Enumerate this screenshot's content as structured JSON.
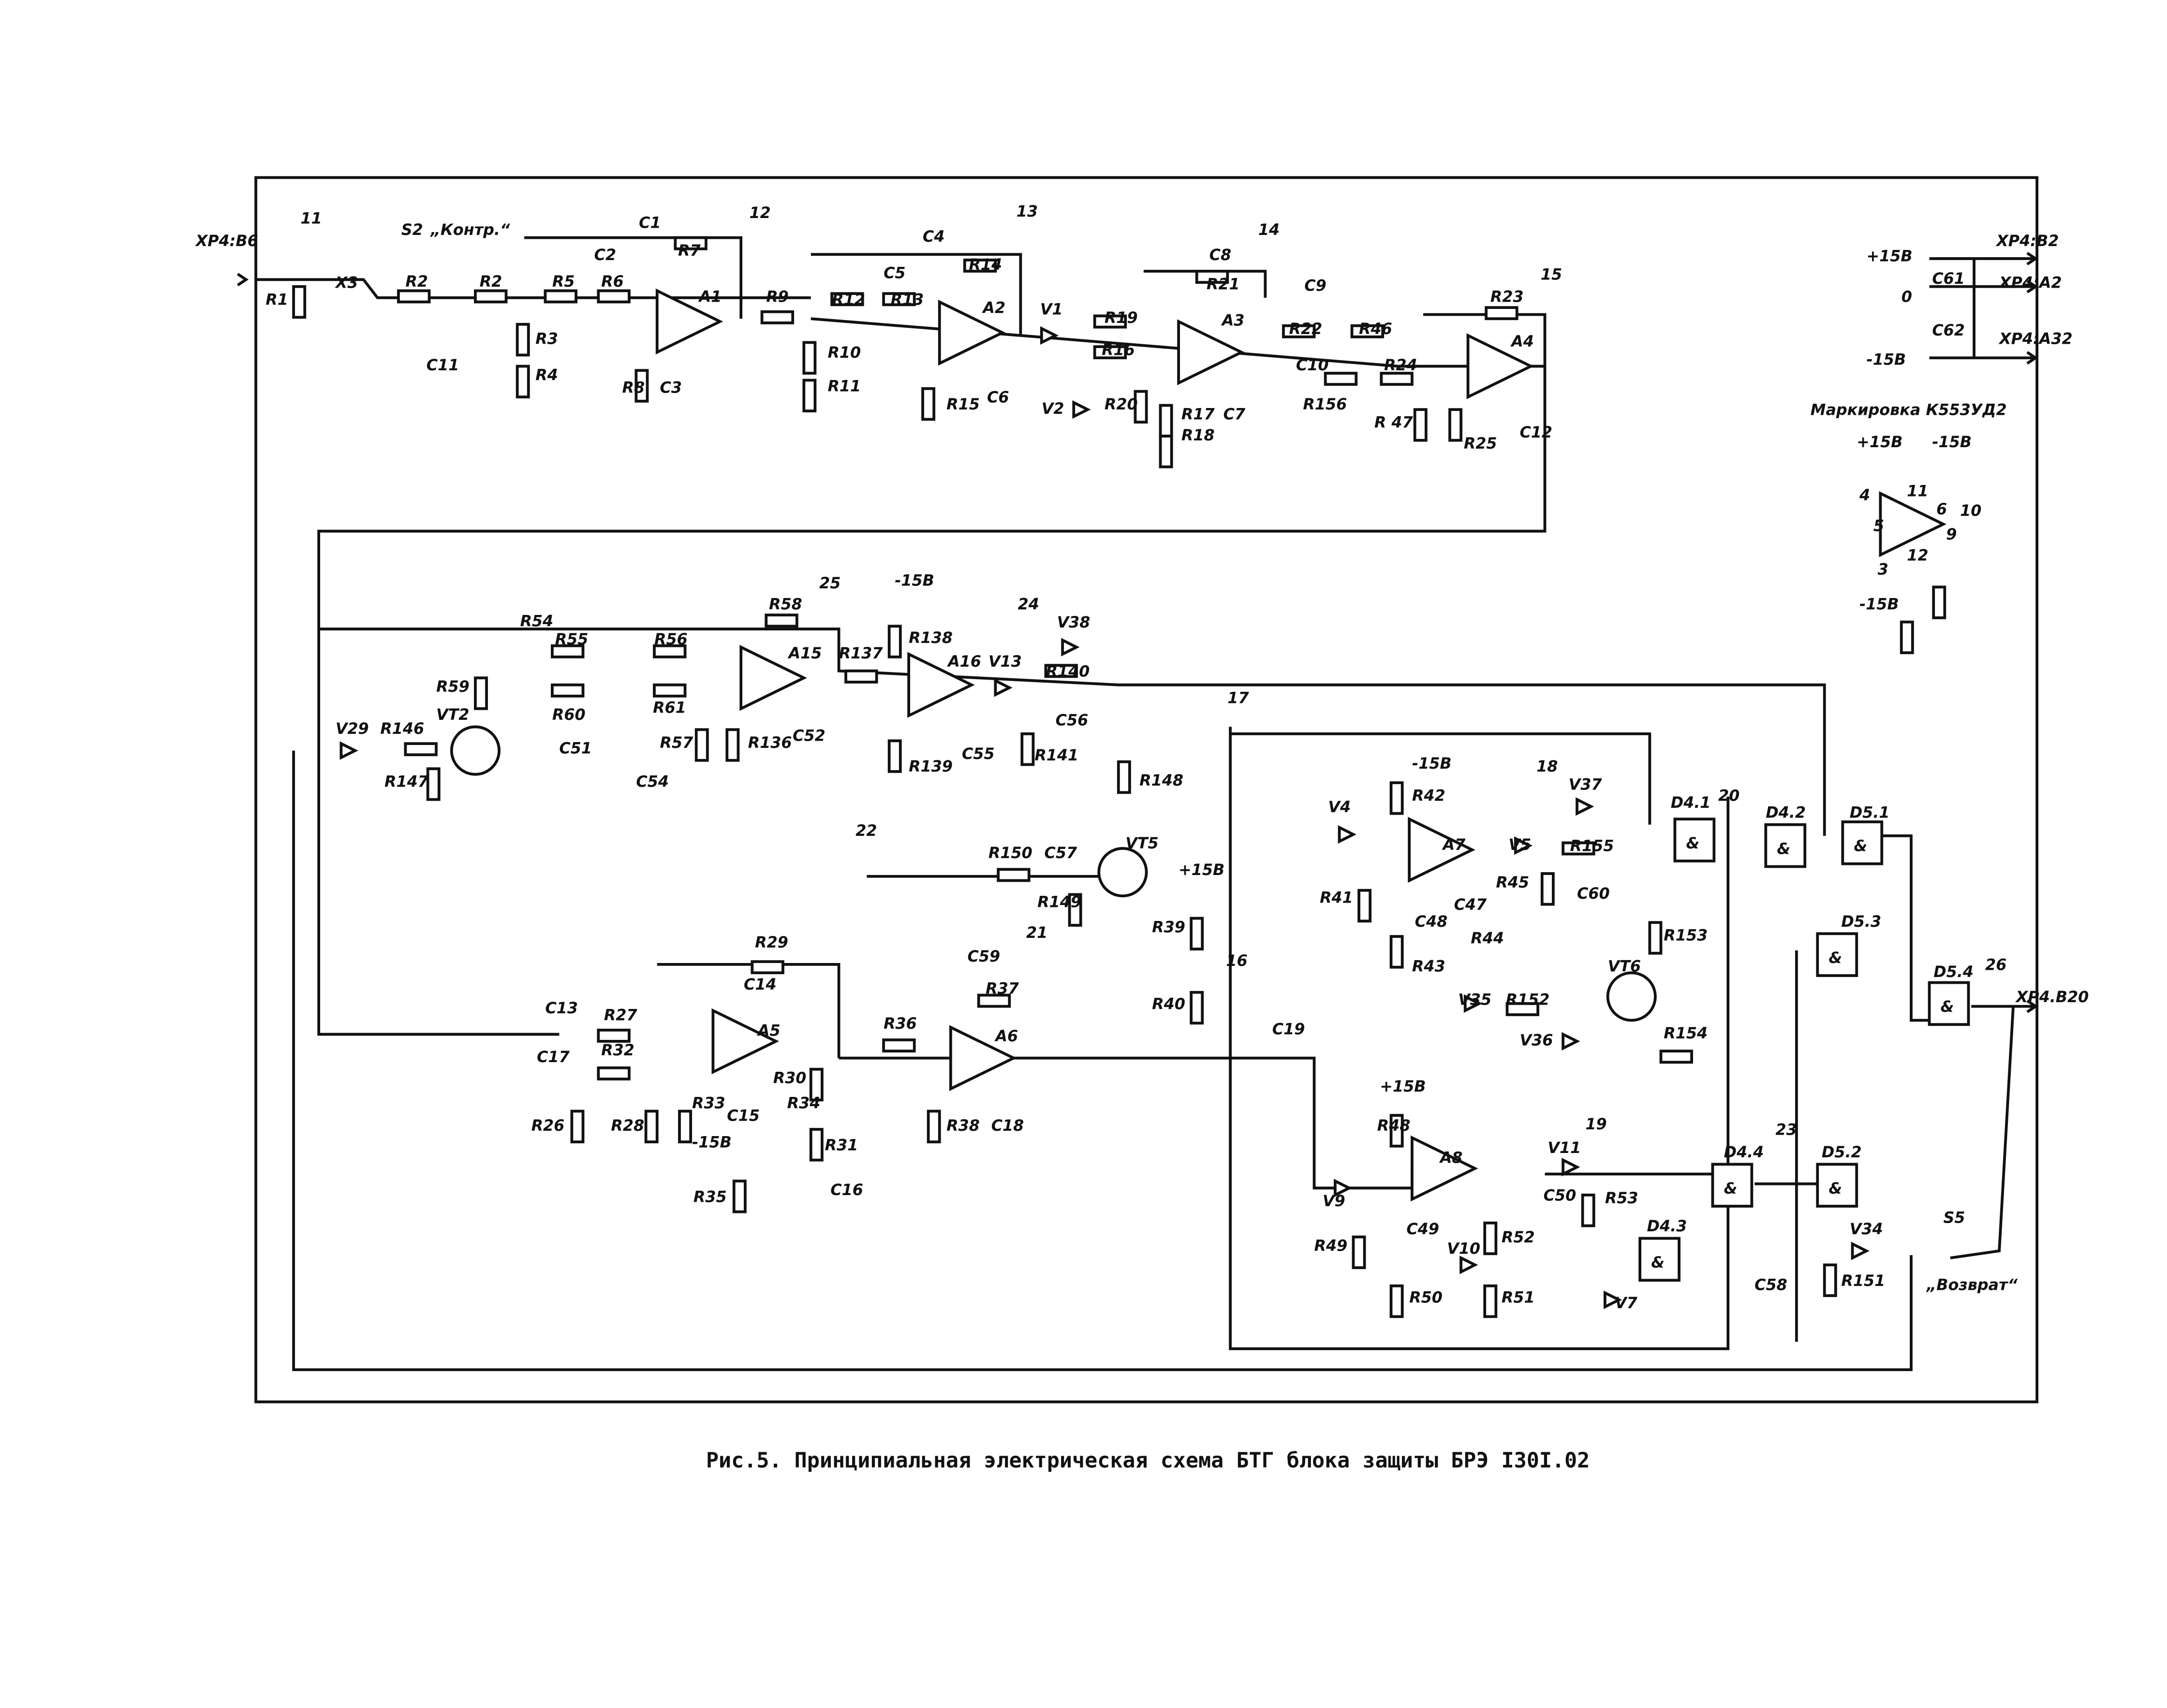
{
  "caption": "Рис.5. Принципиальная электрическая схема БТГ блока защиты БРЭ I30I.02",
  "legend_title": "Маркировка К553УД2",
  "labels": [
    "XP4:B6",
    "11",
    "R1",
    "X3",
    "S2",
    "„Контр.“",
    "R2",
    "R2",
    "C1",
    "12",
    "C2",
    "R7",
    "R5",
    "R6",
    "A1",
    "R3",
    "R4",
    "R8",
    "C3",
    "C11",
    "R9",
    "C4",
    "13",
    "C5",
    "R14",
    "R12",
    "R13",
    "A2",
    "R10",
    "R11",
    "R15",
    "C6",
    "V1",
    "V2",
    "R19",
    "R16",
    "C8",
    "14",
    "R21",
    "C9",
    "A3",
    "R22",
    "R46",
    "R20",
    "R17",
    "C7",
    "R18",
    "C10",
    "R156",
    "R24",
    "15",
    "R23",
    "A4",
    "R 47",
    "R25",
    "C12",
    "+15В",
    "XP4:B2",
    "C61",
    "0",
    "XP4:A2",
    "C62",
    "XP4:A32",
    "-15В",
    "+15В",
    "-15В",
    "4",
    "11",
    "6",
    "10",
    "5",
    "9",
    "3",
    "12",
    "-15В",
    "R54",
    "R55",
    "R56",
    "R58",
    "25",
    "-15В",
    "R138",
    "24",
    "V38",
    "A15",
    "R137",
    "A16",
    "V13",
    "R140",
    "R59",
    "R60",
    "R61",
    "VT2",
    "V29",
    "R146",
    "C56",
    "17",
    "C51",
    "R57",
    "R136",
    "C52",
    "C54",
    "R139",
    "C55",
    "R141",
    "R148",
    "R147",
    "22",
    "R150",
    "C57",
    "VT5",
    "+15В",
    "R149",
    "R39",
    "16",
    "R40",
    "21",
    "C59",
    "R37",
    "A6",
    "R29",
    "C14",
    "A5",
    "R36",
    "C13",
    "R27",
    "C17",
    "R32",
    "R30",
    "R34",
    "C15",
    "R33",
    "-15В",
    "R31",
    "C16",
    "R26",
    "R28",
    "R35",
    "R38",
    "C18",
    "C19",
    "-15В",
    "18",
    "V37",
    "R42",
    "V4",
    "D4.1",
    "20",
    "D4.2",
    "D5.1",
    "A7",
    "V5",
    "R155",
    "R41",
    "C47",
    "C48",
    "R44",
    "R45",
    "C60",
    "R153",
    "R43",
    "VT6",
    "V35",
    "R152",
    "V36",
    "R154",
    "D5.3",
    "26",
    "D5.4",
    "XP4.B20",
    "+15В",
    "R48",
    "A8",
    "V11",
    "19",
    "D4.4",
    "23",
    "D5.2",
    "V9",
    "C49",
    "C50",
    "R53",
    "V10",
    "R52",
    "D4.3",
    "V34",
    "S5",
    "R49",
    "C58",
    "R151",
    "„Возврат“",
    "R50",
    "R51",
    "V7"
  ]
}
